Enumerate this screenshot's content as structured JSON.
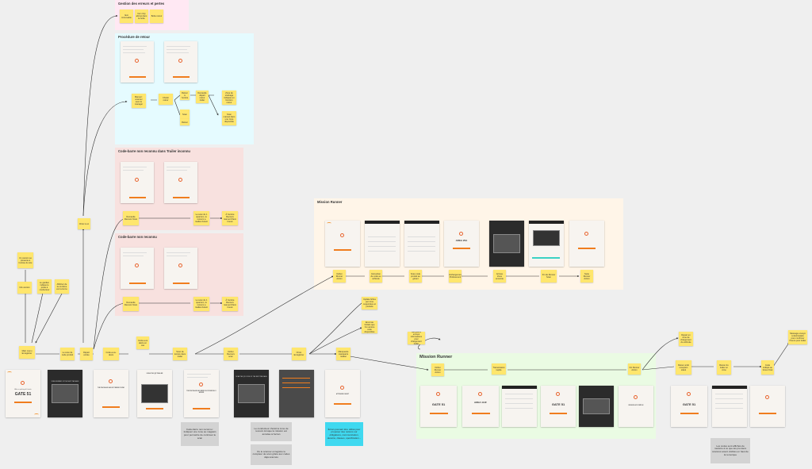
{
  "sections": {
    "gestion_erreurs": "Gestion des erreurs et pertes",
    "procedure_retour": "Procédure de retour",
    "code_barre_trailer": "Code-barre non reconnu dans Trailer inconnu",
    "code_barre": "Code-barre non reconnu",
    "mission_runner_top": "Mission Runner",
    "mission_runner_bottom": "Mission Runner"
  },
  "stickies": {
    "err_1": "Item introuvable",
    "err_2": "Item trop abîmé dans la boîte",
    "err_3": "Boîte retour",
    "ret_a": "Manuel : scanner avec le manager",
    "ret_b": "Choisir retour",
    "ret_c": "Retour à l'entrée",
    "ret_d": "Scan",
    "ret_e": "Retour",
    "ret_f": "Demande départ retour trailer",
    "ret_g": "Zone de stockage indiquée en fonction retour",
    "ret_h": "Scan manuel dans une zone disponible",
    "trl_a": "Demande Recours Scan",
    "trl_b": "Le scan du 1 quantum, le recours a réalisé durant",
    "trl_c": "À l'entrée Recours manuel d'item trouvé",
    "cb_a": "Demande Recours Scan",
    "cb_b": "Le scan du 1 quantum, le recours a réalisé durant",
    "cb_c": "À l'entrée Recours manuel d'item trouvé",
    "left_1": "Un camion se présente à l'entrée du site",
    "left_2": "Info camion",
    "left_3": "Le gardien indique le poste à conducteur",
    "left_4": "Affichez de la combine est reconnu",
    "left_main": "Main menu Enregistrer",
    "col_1": "Choix à un",
    "col_2": "Le scan de code produit",
    "col_3": "Départ entrée",
    "col_4": "Code-a-va-devis",
    "col_5": "Code-a-va alerte en cas",
    "col_6": "Scan de lecture dans trailer",
    "col_7": "Début Recours scan",
    "col_8": "Choix Enregistrer",
    "col_9": "Manquants marquants réalisé",
    "col_10": "Update fiches par zone supportées et produits",
    "col_11": "Envoi au forfaits que l'on amène code disponibles",
    "mr_1": "Début Runner Action",
    "mr_2": "Instruction de code au véhicule",
    "mr_3": "Scan code produit au gérant",
    "mr_4": "Déchargement Prélèvement",
    "mr_5": "Arrivée d'une enceinte",
    "mr_6": "Fin de Runner Scan",
    "mr_7": "Suite Runner Action",
    "mrb_top": "Navigateur envoyé informations pour chargement trailer",
    "mrb_1": "Début Runner Action",
    "mrb_2": "Transmission rapide",
    "mrb_3": "Fin Runner Action",
    "mrb_4": "Départ en zone de chargement du véhicule",
    "mrb_5": "Retour arrêt reception statut",
    "mrb_6": "Retour du trailer en zone",
    "mrb_7": "Code indiqué au livreur final",
    "mrb_8": "Message envoyé à destinataire pour confirmer l'heure pour trailer"
  },
  "notes": {
    "grey_left": "Code-barre non reconnu : Indiquez une zone au magasin pour permettre de continuer le scan",
    "grey_mid1": "Le conducteur choisit la zone de recours lorsque la mission est annulée à l'écran",
    "grey_mid2": "Ou le scanner enregistre le compteur de scan grâce aux codes déjà scannés",
    "grey_right": "Les codes sont affichés de manière à ce que les premiers scannés soient visibles en haut de la remorque",
    "cyan": "Écran pouvant être utilisé pour proposer des notions sur obligations, communication, dessins, classes, spécification..."
  },
  "screens": {
    "gate_label": "GATE 51",
    "gate_sub": "Aller au parking de l'entrée",
    "scan_next": "SCAN NUMBER OF THE NEXT PACKAGE",
    "pkg_unknown": "THE PACKAGE HAS NOT BEEN FOUND",
    "scan_trailer": "SCAN THE QR TRAILER",
    "pkg_accepted": "THE PACKAGE HAS BEEN SUCCESSFULLY ADDED",
    "scan_qr": "SCAN THE QR CODE OF THE NEXT PACKAGE",
    "area_lead": "AREA 25A",
    "area_b": "AREA 114F",
    "attend": "ATTENDRE OBJET",
    "mission_done": "MISSION ACCOMPLIE"
  },
  "colors": {
    "sticky": "#ffe66d",
    "zone_pink": "#ffe8f3",
    "zone_cyan": "#e5fbff",
    "zone_red": "#f8e1df",
    "zone_orange": "#fff5e8",
    "zone_green": "#eafbe3",
    "accent_orange": "#f07d1e",
    "grey_note": "#d3d3d3",
    "cyan_note": "#40d9f0"
  }
}
